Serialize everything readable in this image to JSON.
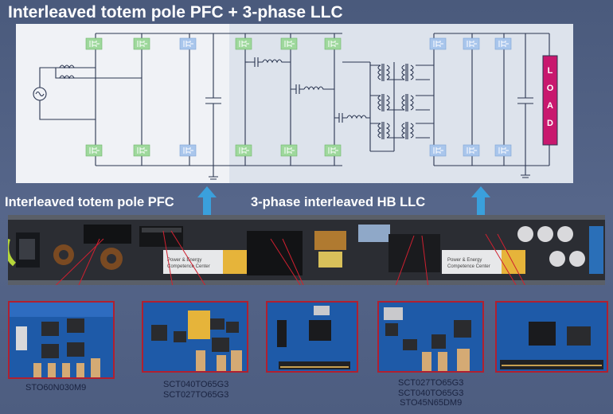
{
  "title": "Interleaved totem pole PFC + 3-phase LLC",
  "schematic": {
    "load_label": "LOAD"
  },
  "section_labels": {
    "pfc": "Interleaved totem pole PFC",
    "llc": "3-phase interleaved HB LLC"
  },
  "board_photo": {
    "panel_text_1": "Power & Energy",
    "panel_text_2": "Competence Center"
  },
  "cards": [
    {
      "lines": [
        "STO60N030M9"
      ]
    },
    {
      "lines": [
        "SCT040TO65G3",
        "SCT027TO65G3"
      ]
    },
    {
      "lines": []
    },
    {
      "lines": [
        "SCT027TO65G3",
        "SCT040TO65G3",
        "STO45N65DM9"
      ]
    },
    {
      "lines": []
    }
  ],
  "colors": {
    "background": "#4f5f82",
    "switch_green": "#9ed89c",
    "switch_blue": "#a9c6ec",
    "load_fill": "#c8186e",
    "arrow": "#3aa0dc",
    "card_border": "#b02030"
  }
}
